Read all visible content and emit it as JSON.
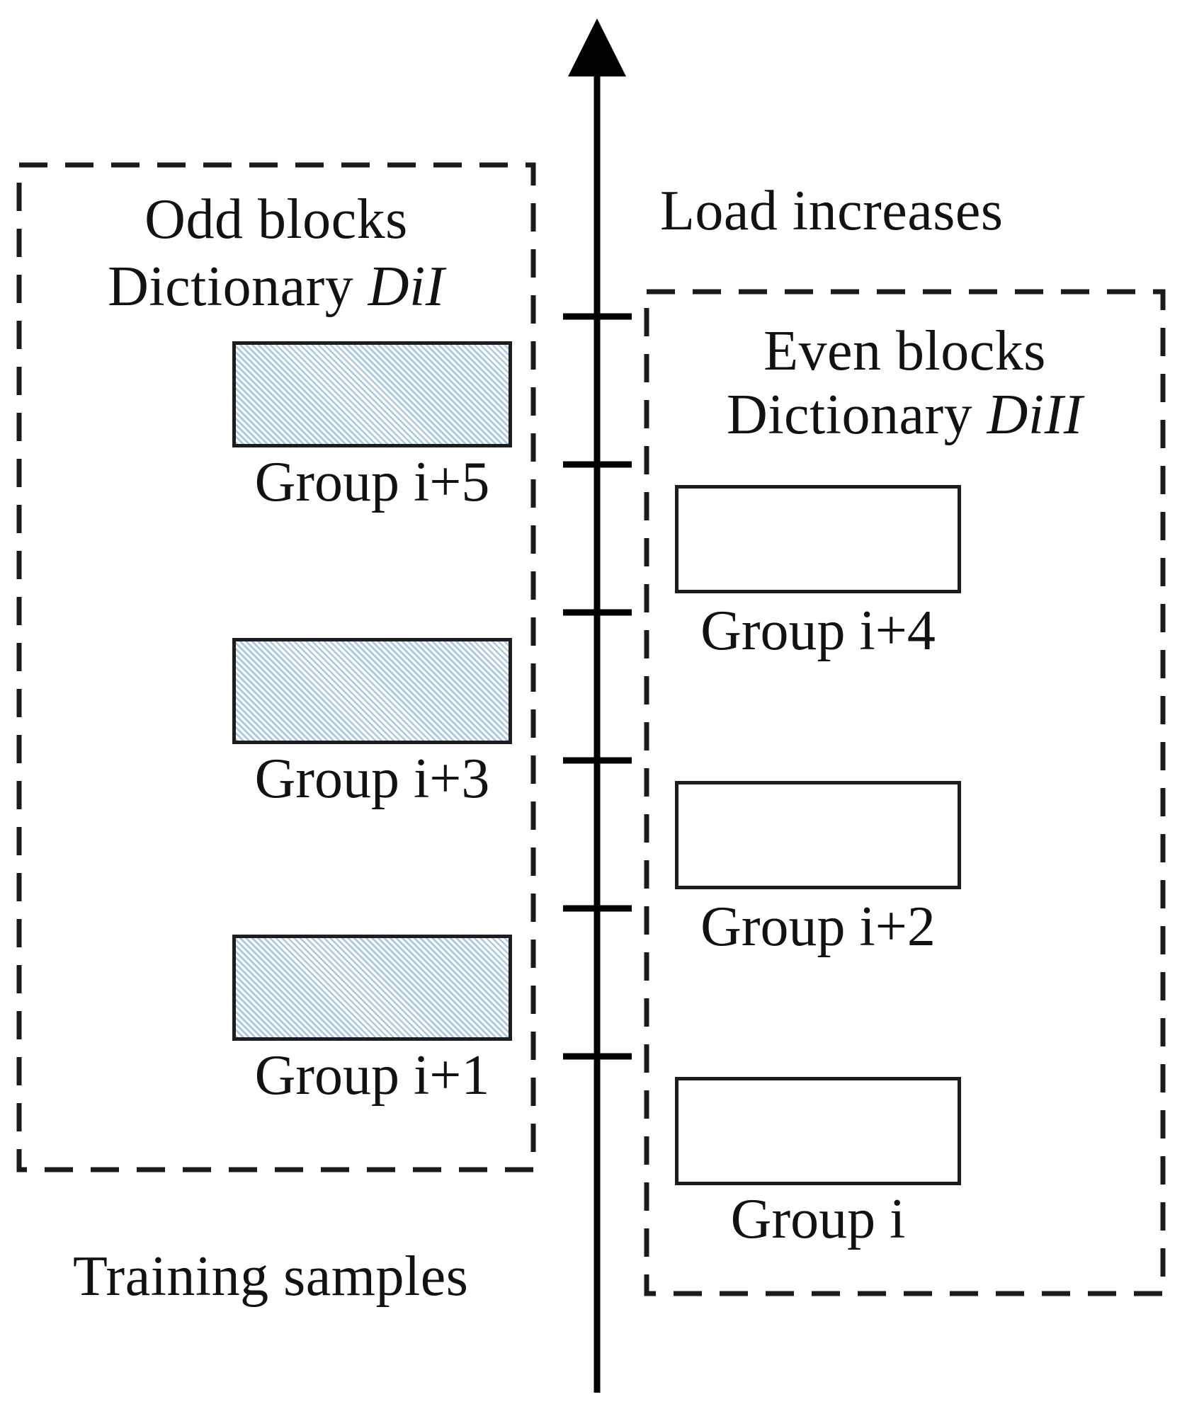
{
  "diagram": {
    "axis": {
      "label": "Load increases",
      "tick_count": 6,
      "direction": "up"
    },
    "left_panel": {
      "title": {
        "line1": "Odd blocks",
        "line2_prefix": "Dictionary ",
        "line2_italic": "DiI"
      },
      "groups": [
        {
          "label": "Group i+5",
          "fill": "hatched"
        },
        {
          "label": "Group i+3",
          "fill": "hatched"
        },
        {
          "label": "Group i+1",
          "fill": "hatched"
        }
      ],
      "caption": "Training samples"
    },
    "right_panel": {
      "title": {
        "line1": "Even blocks",
        "line2_prefix": "Dictionary ",
        "line2_italic": "DiII"
      },
      "groups": [
        {
          "label": "Group i+4",
          "fill": "plain"
        },
        {
          "label": "Group i+2",
          "fill": "plain"
        },
        {
          "label": "Group i",
          "fill": "plain"
        }
      ]
    },
    "colors": {
      "hatch_blue": "#a9c8e7",
      "line_black": "#000000",
      "dash_gray": "#1b1b1b"
    }
  }
}
